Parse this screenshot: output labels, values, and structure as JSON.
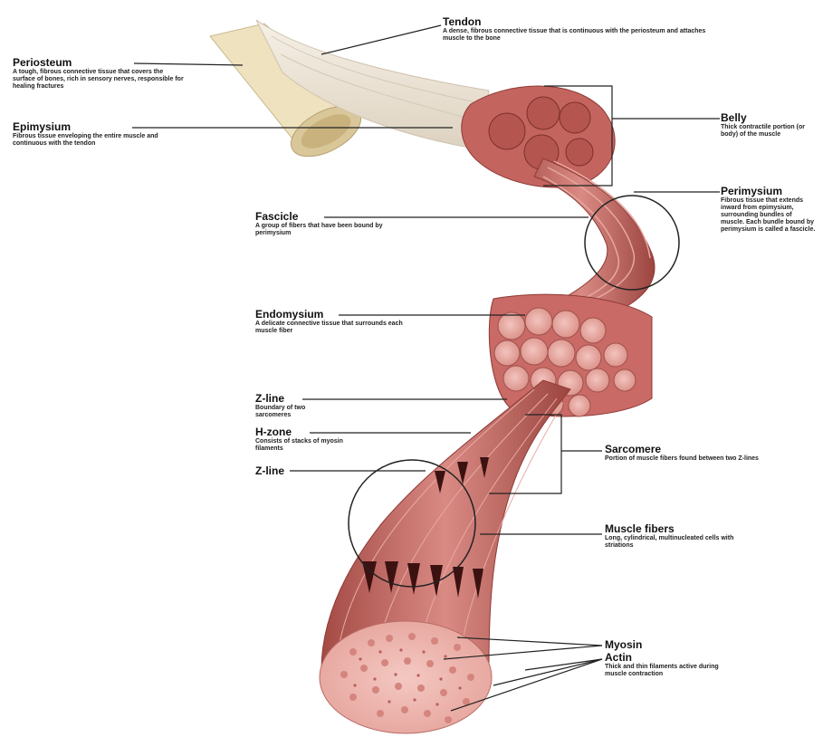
{
  "labels": {
    "tendon": {
      "title": "Tendon",
      "desc": "A dense, fibrous connective tissue that is continuous with the periosteum and attaches muscle to the bone"
    },
    "periosteum": {
      "title": "Periosteum",
      "desc": "A tough, fibrous connective tissue that covers the surface of bones, rich in sensory nerves, responsible for healing fractures"
    },
    "epimysium": {
      "title": "Epimysium",
      "desc": "Fibrous tissue enveloping the entire muscle and continuous with the tendon"
    },
    "belly": {
      "title": "Belly",
      "desc": "Thick contractile portion (or body) of the muscle"
    },
    "perimysium": {
      "title": "Perimysium",
      "desc": "Fibrous tissue that extends inward from epimysium, surrounding bundles of muscle. Each bundle bound by perimysium is called a fascicle."
    },
    "fascicle": {
      "title": "Fascicle",
      "desc": "A group of fibers that have been bound by perimysium"
    },
    "endomysium": {
      "title": "Endomysium",
      "desc": "A delicate connective tissue that surrounds each muscle fiber"
    },
    "zline1": {
      "title": "Z-line",
      "desc": "Boundary of two sarcomeres"
    },
    "hzone": {
      "title": "H-zone",
      "desc": "Consists of stacks of myosin filaments"
    },
    "zline2": {
      "title": "Z-line",
      "desc": ""
    },
    "sarcomere": {
      "title": "Sarcomere",
      "desc": "Portion of muscle fibers found between two Z-lines"
    },
    "muscle_fibers": {
      "title": "Muscle fibers",
      "desc": "Long, cylindrical, multinucleated cells with striations"
    },
    "myosin": {
      "title": "Myosin",
      "desc": ""
    },
    "actin": {
      "title": "Actin",
      "desc": "Thick and thin filaments active during muscle contraction"
    }
  },
  "colors": {
    "muscle": "#c96a66",
    "muscle_dark": "#8e3a36",
    "muscle_light": "#e8a7a0",
    "tendon": "#efe6d8",
    "bone": "#e8dcb8",
    "line": "#222222"
  }
}
